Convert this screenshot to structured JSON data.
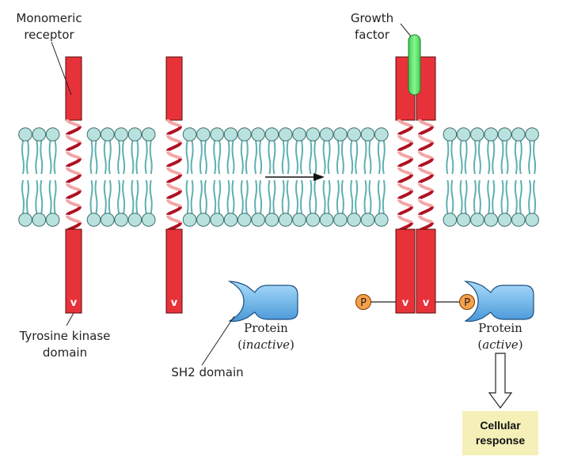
{
  "labels": {
    "monomeric_receptor": [
      "Monomeric",
      "receptor"
    ],
    "growth_factor": [
      "Growth",
      "factor"
    ],
    "tyrosine_kinase_domain": [
      "Tyrosine kinase",
      "domain"
    ],
    "sh2_domain": "SH2 domain",
    "protein_inactive": {
      "name": "Protein",
      "state": "inactive"
    },
    "protein_active": {
      "name": "Protein",
      "state": "active"
    },
    "cellular_response": [
      "Cellular",
      "response"
    ],
    "phospho": "P",
    "kinase_mark": "v"
  },
  "colors": {
    "receptor": "#e8323a",
    "helix": "#b01020",
    "helix_back": "#f4a5a5",
    "lipid_head": "#b9e2df",
    "lipid_tail": "#5fb0b0",
    "growth_factor": "#5fe06a",
    "protein": "#7ec4f2",
    "phospho": "#f7a04a",
    "response_box": "#f5f0b8"
  }
}
